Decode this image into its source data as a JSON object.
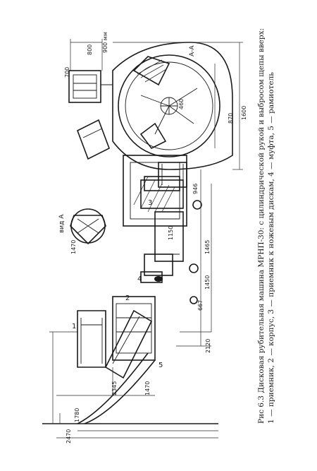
{
  "caption": {
    "line1": "Рис 6.3 Дисковая рубительная машина МРНП-30: с цилиндрической рукой и выбросом щепы вверх:",
    "line2": "1 — приемник, 2 — корпус, 3 — приемник к ножевым дискам, 4 — муфта, 5 — рамиотель"
  },
  "dimensions": {
    "d1": "2470",
    "d2": "1780",
    "d3": "2345",
    "d4": "1470",
    "d5": "2120",
    "d6": "667",
    "d7": "1450",
    "d8": "1465",
    "d9": "1150",
    "d10": "946",
    "d11": "870",
    "d12": "1600",
    "d13": "700",
    "d14": "800",
    "d15": "1470",
    "d16": "460"
  },
  "labels": {
    "view_a": "вид А",
    "section_label": "А",
    "section_alt": "А-А",
    "top_note": "900 мм"
  },
  "callouts": [
    "1",
    "2",
    "3",
    "4",
    "5"
  ]
}
